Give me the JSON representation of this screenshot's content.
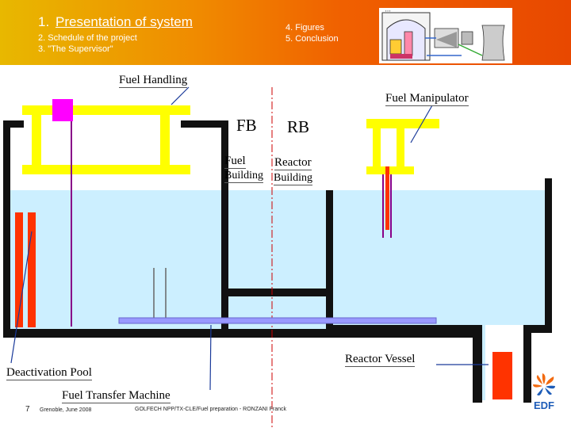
{
  "header": {
    "title_num": "1.",
    "title": "Presentation of system",
    "item2": "2. Schedule of the project",
    "item3": "3. \"The Supervisor\"",
    "item4": "4. Figures",
    "item5": "5. Conclusion"
  },
  "labels": {
    "fuel_handling": "Fuel Handling",
    "fuel_manipulator": "Fuel Manipulator",
    "fb": "FB",
    "rb": "RB",
    "fuel_building_1": "Fuel",
    "fuel_building_2": "Building",
    "reactor_building_1": "Reactor",
    "reactor_building_2": "Building",
    "reactor_vessel": "Reactor Vessel",
    "deactivation_pool": "Deactivation Pool",
    "fuel_transfer_machine": "Fuel Transfer Machine"
  },
  "footer": {
    "page": "7",
    "location_date": "Grenoble, June 2008",
    "reference": "GOLFECH NPP/TX-CLE/Fuel preparation - RONZANI Franck",
    "logo_text": "EDF"
  },
  "colors": {
    "water": "#ccefff",
    "walls": "#111111",
    "crane": "#ffff00",
    "fuel": "#ff3300",
    "hoist": "#ff00ff",
    "transfer": "#9999ff",
    "logo": "#1d5cb8"
  }
}
